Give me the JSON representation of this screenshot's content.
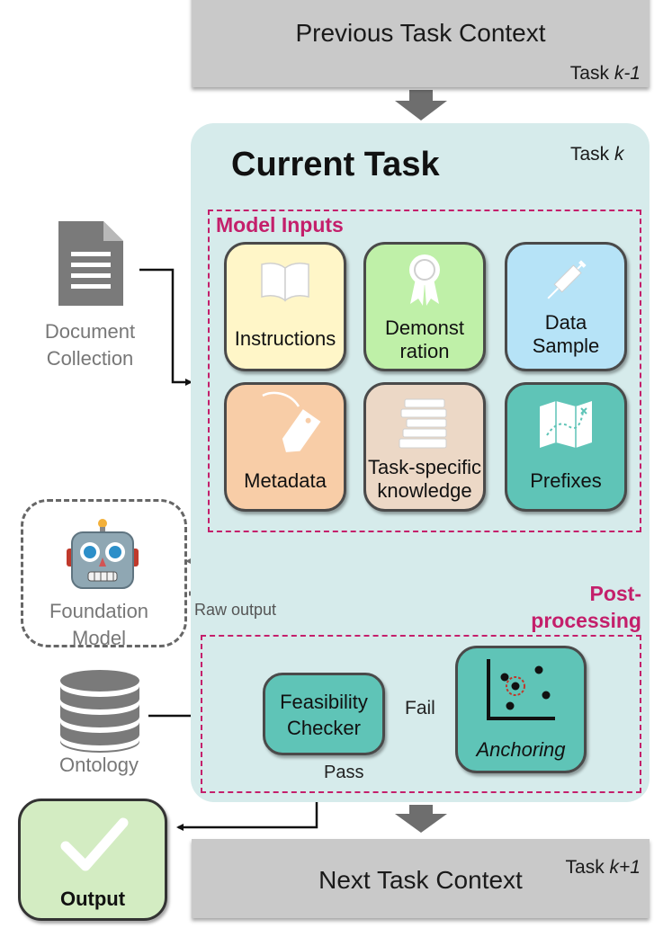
{
  "previous_task": {
    "title": "Previous Task Context",
    "tag_prefix": "Task ",
    "tag_var": "k-1"
  },
  "current_task": {
    "title": "Current Task",
    "tag_prefix": "Task ",
    "tag_var": "k"
  },
  "next_task": {
    "title": "Next Task Context",
    "tag_prefix": "Task ",
    "tag_var": "k+1"
  },
  "model_inputs": {
    "title": "Model Inputs",
    "items": [
      {
        "label": "Instructions",
        "icon": "book-icon",
        "color": "#fff6c8"
      },
      {
        "label": "Demonst\nration",
        "icon": "award-ribbon-icon",
        "color": "#bff0a8"
      },
      {
        "label": "Data\nSample",
        "icon": "syringe-icon",
        "color": "#b6e3f7"
      },
      {
        "label": "Metadata",
        "icon": "tag-icon",
        "color": "#f8cda7"
      },
      {
        "label": "Task-specific\nknowledge",
        "icon": "books-stack-icon",
        "color": "#ecd8c6"
      },
      {
        "label": "Prefixes",
        "icon": "map-icon",
        "color": "#5fc4b7"
      }
    ]
  },
  "document_collection": {
    "label": "Document\nCollection",
    "icon": "document-icon"
  },
  "foundation_model": {
    "label": "Foundation\nModel",
    "icon": "robot-icon"
  },
  "ontology": {
    "label": "Ontology",
    "icon": "database-icon"
  },
  "post_processing": {
    "title": "Post-\nprocessing"
  },
  "feasibility_checker": {
    "label": "Feasibility\nChecker",
    "color": "#5fc4b7"
  },
  "anchoring": {
    "label": "Anchoring",
    "icon": "scatter-plot-icon",
    "color": "#5fc4b7"
  },
  "edges": {
    "raw_output": "Raw output",
    "fail": "Fail",
    "pass": "Pass"
  },
  "output": {
    "label": "Output",
    "icon": "checkmark-icon",
    "color": "#d3ecc2"
  }
}
